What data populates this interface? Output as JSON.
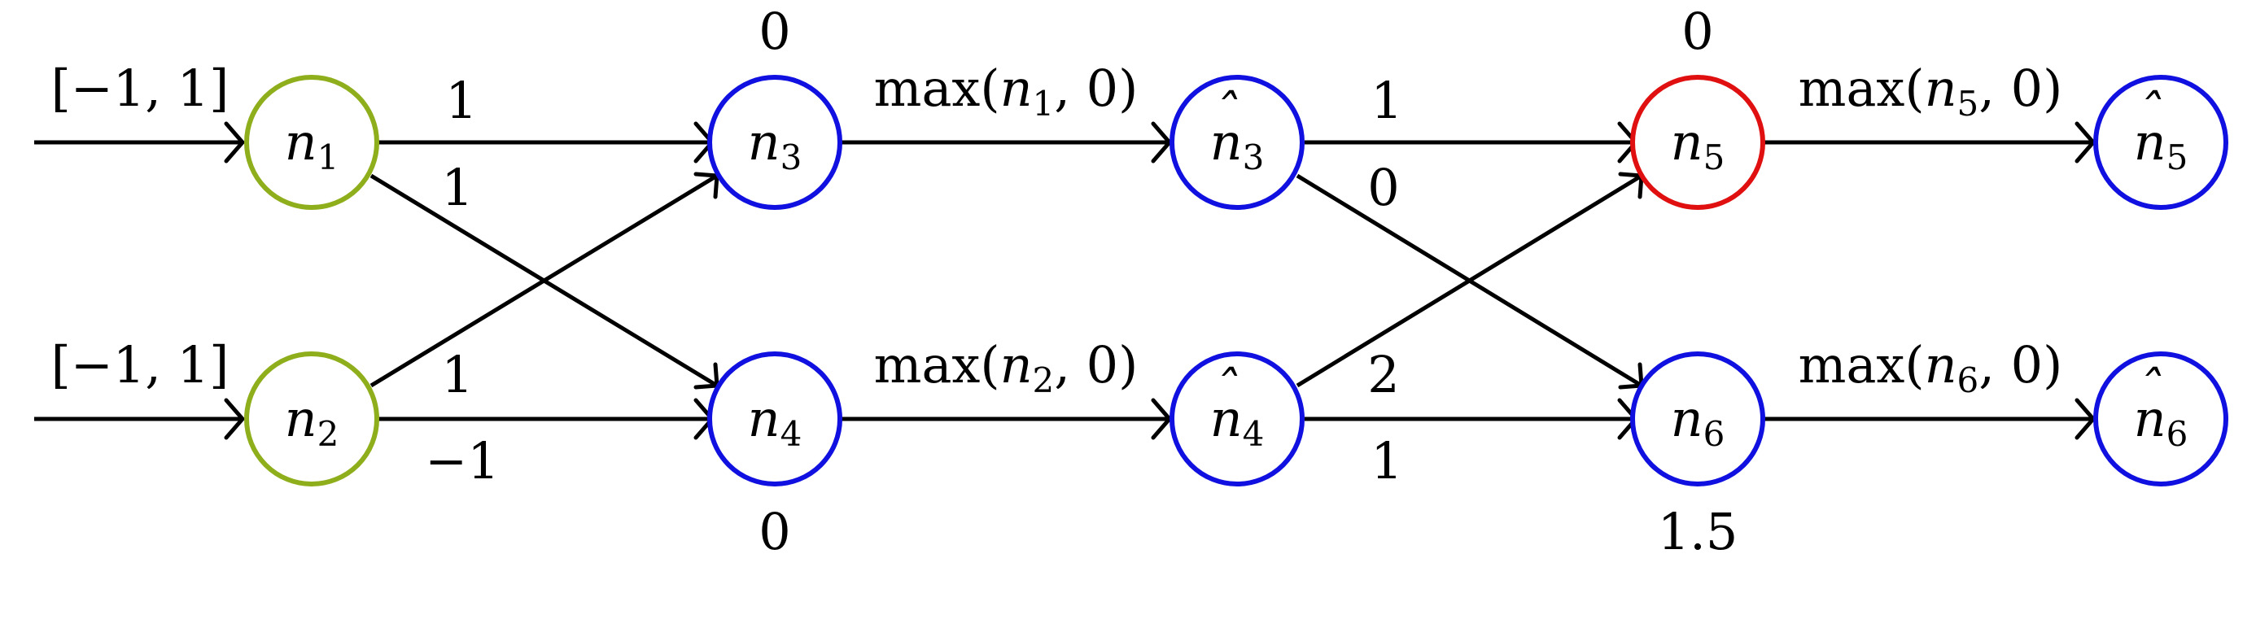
{
  "colors": {
    "input": "#8fae1b",
    "hidden": "#1010e0",
    "target": "#e01010",
    "edge": "#000000"
  },
  "inputs": {
    "n1": "[−1, 1]",
    "n2": "[−1, 1]"
  },
  "nodes": {
    "n1": {
      "name": "n",
      "sub": "1",
      "hat": false
    },
    "n2": {
      "name": "n",
      "sub": "2",
      "hat": false
    },
    "n3": {
      "name": "n",
      "sub": "3",
      "hat": false
    },
    "n4": {
      "name": "n",
      "sub": "4",
      "hat": false
    },
    "nh3": {
      "name": "n",
      "sub": "3",
      "hat": true
    },
    "nh4": {
      "name": "n",
      "sub": "4",
      "hat": true
    },
    "n5": {
      "name": "n",
      "sub": "5",
      "hat": false
    },
    "n6": {
      "name": "n",
      "sub": "6",
      "hat": false
    },
    "nh5": {
      "name": "n",
      "sub": "5",
      "hat": true
    },
    "nh6": {
      "name": "n",
      "sub": "6",
      "hat": true
    }
  },
  "weights": {
    "n1_n3": "1",
    "n1_n4": "1",
    "n2_n3": "1",
    "n2_n4": "−1",
    "nh3_n5": "1",
    "nh3_n6": "0",
    "nh4_n5": "2",
    "nh4_n6": "1"
  },
  "biases": {
    "n3": "0",
    "n4": "0",
    "n5": "0",
    "n6": "1.5"
  },
  "activations": {
    "n3": {
      "fn": "max(",
      "var": "n",
      "sub": "1",
      "rest": ", 0)"
    },
    "n4": {
      "fn": "max(",
      "var": "n",
      "sub": "2",
      "rest": ", 0)"
    },
    "n5": {
      "fn": "max(",
      "var": "n",
      "sub": "5",
      "rest": ", 0)"
    },
    "n6": {
      "fn": "max(",
      "var": "n",
      "sub": "6",
      "rest": ", 0)"
    }
  }
}
